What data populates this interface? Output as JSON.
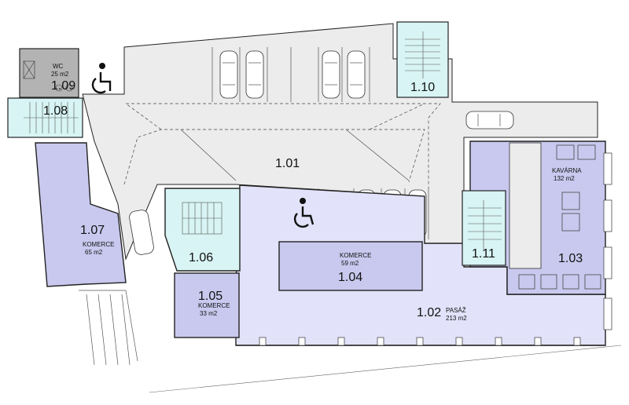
{
  "rooms": {
    "r101": {
      "num": "1.01"
    },
    "r102": {
      "num": "1.02",
      "name": "PASÁŽ",
      "area": "213 m2"
    },
    "r103": {
      "num": "1.03",
      "name": "KAVÁRNA",
      "area": "132 m2"
    },
    "r104": {
      "num": "1.04",
      "name": "KOMERCE",
      "area": "59 m2"
    },
    "r105": {
      "num": "1.05",
      "name": "KOMERCE",
      "area": "33 m2"
    },
    "r106": {
      "num": "1.06"
    },
    "r107": {
      "num": "1.07",
      "name": "KOMERCE",
      "area": "65 m2"
    },
    "r108": {
      "num": "1.08"
    },
    "r109": {
      "num": "1.09",
      "name": "WC",
      "area": "25 m2"
    },
    "r110": {
      "num": "1.10"
    },
    "r111": {
      "num": "1.11"
    }
  },
  "colors": {
    "parking": "#ececec",
    "commercial": "#c9c9ef",
    "passage": "#e2e2fa",
    "stair": "#d8f4f4",
    "wc": "#b3b3b3",
    "wall": "#222222"
  },
  "icons": [
    "wheelchair-icon",
    "car-icon",
    "stair-icon",
    "table-icon"
  ]
}
